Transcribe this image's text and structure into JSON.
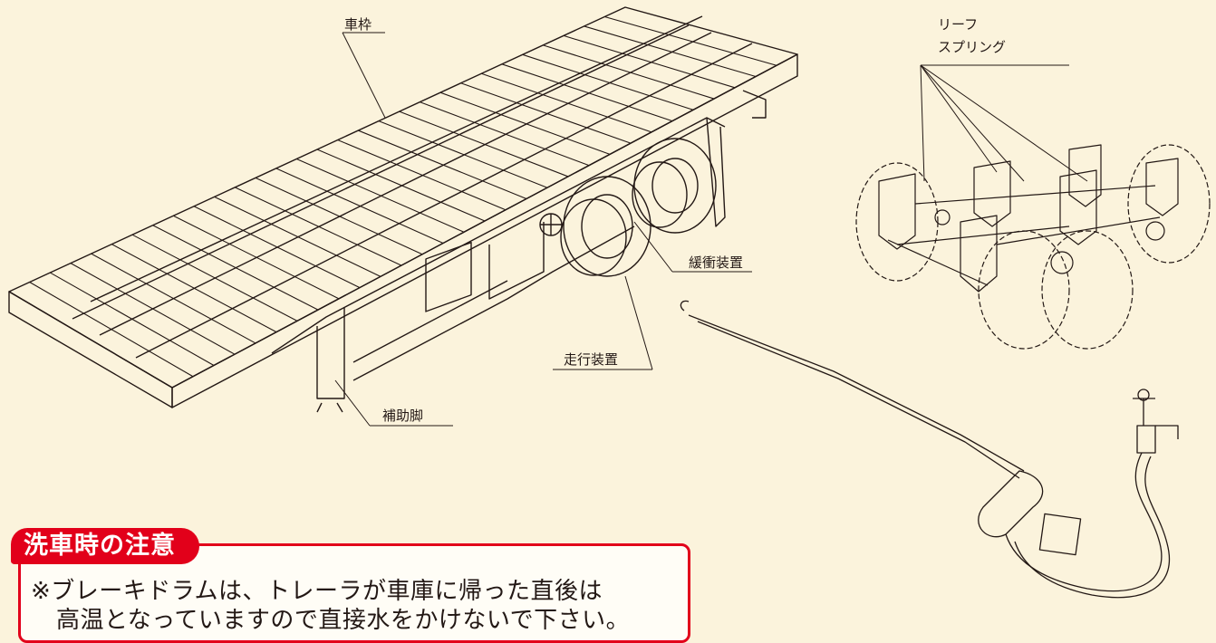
{
  "labels": {
    "frame": "車枠",
    "leaf_spring_line1": "リーフ",
    "leaf_spring_line2": "スプリング",
    "buffer": "緩衝装置",
    "running_gear": "走行装置",
    "support_leg": "補助脚"
  },
  "caution": {
    "title": "洗車時の注意",
    "line1": "※ブレーキドラムは、トレーラが車庫に帰った直後は",
    "line2": "高温となっていますので直接水をかけないで下さい。"
  },
  "colors": {
    "background": "#fbf3dc",
    "accent": "#e2001a",
    "line": "#231815"
  }
}
